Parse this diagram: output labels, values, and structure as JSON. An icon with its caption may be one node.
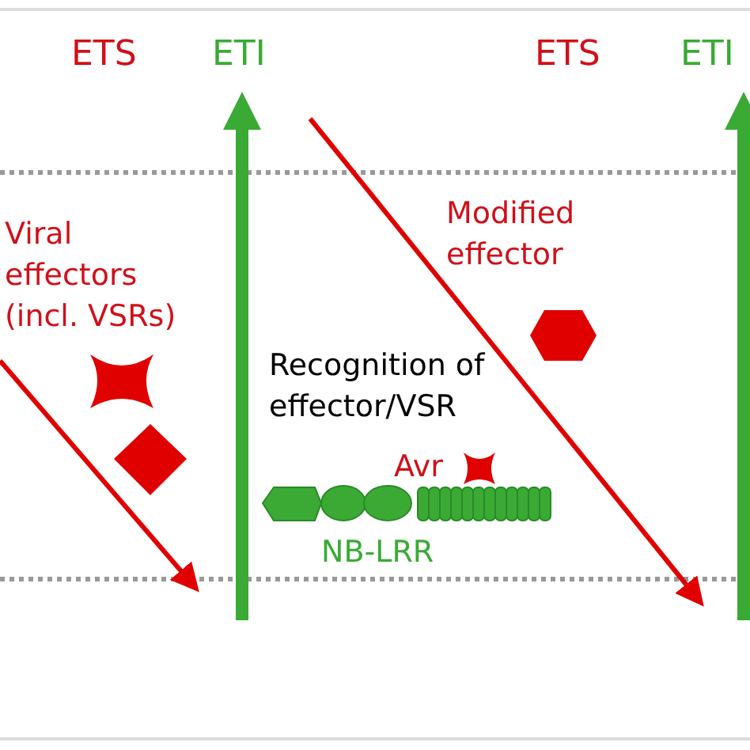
{
  "diagram": {
    "labels": [
      "ETS",
      "ETI",
      "ETS",
      "ETI",
      "Viral effectors (incl. VSRs)",
      "Modified effector",
      "Recognition of effector/VSR",
      "Avr",
      "NB-LRR"
    ]
  }
}
